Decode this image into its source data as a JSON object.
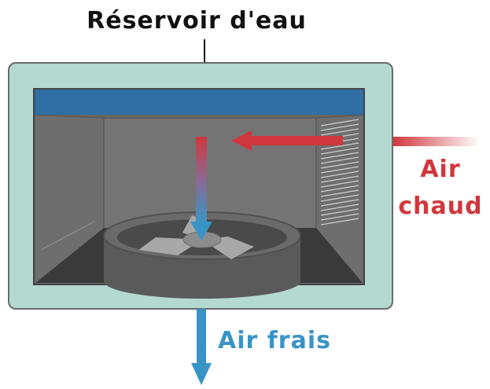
{
  "labels": {
    "reservoir": "Réservoir d'eau",
    "hot_line1": "Air",
    "hot_line2": "chaud",
    "cold": "Air frais"
  },
  "colors": {
    "hot_air": "#d0373d",
    "cold_air": "#3894c6",
    "reservoir": "#2f6fa4",
    "casing": "#b4d9d0",
    "chamber": "#6c6c6c",
    "text": "#111111"
  }
}
